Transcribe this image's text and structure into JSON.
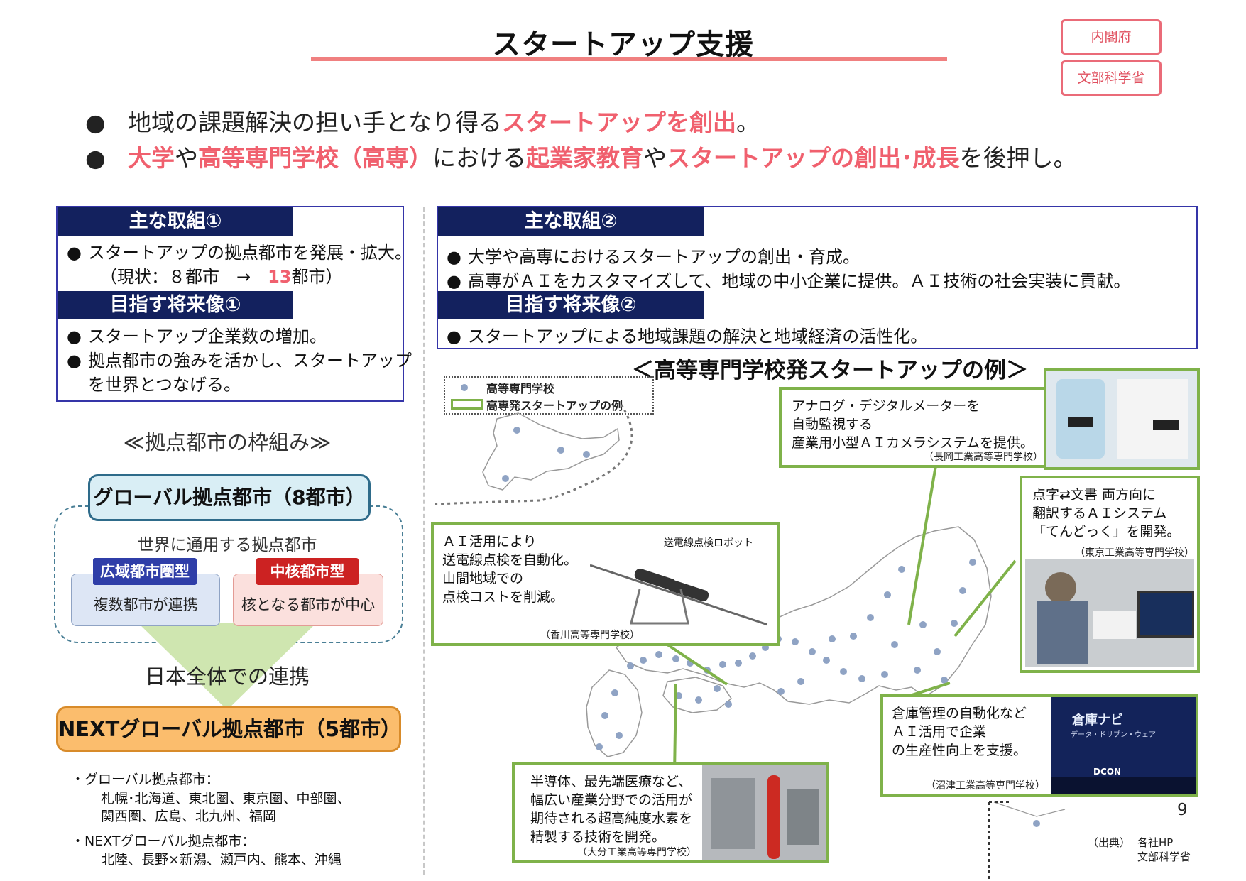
{
  "header": {
    "title": "スタートアップ支援",
    "ministries": [
      "内閣府",
      "文部科学省"
    ]
  },
  "bullets": [
    [
      {
        "t": "地域の課題解決の担い手となり得る",
        "h": false
      },
      {
        "t": "スタートアップを創出",
        "h": true
      },
      {
        "t": "。",
        "h": false
      }
    ],
    [
      {
        "t": "大学",
        "h": true
      },
      {
        "t": "や",
        "h": false
      },
      {
        "t": "高等専門学校（高専）",
        "h": true
      },
      {
        "t": "における",
        "h": false
      },
      {
        "t": "起業家教育",
        "h": true
      },
      {
        "t": "や",
        "h": false
      },
      {
        "t": "スタートアップの創出･成長",
        "h": true
      },
      {
        "t": "を後押し。",
        "h": false
      }
    ]
  ],
  "bullet_symbol": "●",
  "panel1": {
    "head1": "主な取組①",
    "item1": "スタートアップの拠点都市を発展・拡大。",
    "status_prefix": "（現状：８都市　→　",
    "status_value": "13",
    "status_suffix": "都市）",
    "head2": "目指す将来像①",
    "goal1": "スタートアップ企業数の増加。",
    "goal2_line1": "拠点都市の強みを活かし、スタートアップ",
    "goal2_line2": "を世界とつなげる。"
  },
  "panel2": {
    "head1": "主な取組②",
    "item1": "大学や高専におけるスタートアップの創出・育成。",
    "item2": "高専がＡＩをカスタマイズして、地域の中小企業に提供。ＡＩ技術の社会実装に貢献。",
    "head2": "目指す将来像②",
    "goal1": "スタートアップによる地域課題の解決と地域経済の活性化。"
  },
  "framework": {
    "title": "≪拠点都市の枠組み≫",
    "global": "グローバル拠点都市（8都市）",
    "world": "世界に通用する拠点都市",
    "type_a_tag": "広域都市圏型",
    "type_a_desc": "複数都市が連携",
    "type_b_tag": "中核都市型",
    "type_b_desc": "核となる都市が中心",
    "nationwide": "日本全体での連携",
    "next": "NEXTグローバル拠点都市（5都市）",
    "note1_head": "・グローバル拠点都市：",
    "note1_line1": "札幌･北海道、東北圏、東京圏、中部圏、",
    "note1_line2": "関西圏、広島、北九州、福岡",
    "note2_head": "・NEXTグローバル拠点都市：",
    "note2_line1": "北陸、長野×新潟、瀬戸内、熊本、沖縄"
  },
  "map_section": {
    "title": "＜高等専門学校発スタートアップの例＞",
    "legend_kosen": "高等専門学校",
    "legend_example": "高専発スタートアップの例"
  },
  "examples": {
    "nagaoka": {
      "text": "アナログ・デジタルメーターを\n自動監視する\n産業用小型ＡＩカメラシステムを提供。",
      "source": "（長岡工業高等専門学校）"
    },
    "tokyo": {
      "text": "点字⇄文書 両方向に\n翻訳するＡＩシステム\n「てんどっく」を開発。",
      "source": "（東京工業高等専門学校）"
    },
    "kagawa": {
      "text": "ＡＩ活用により\n送電線点検を自動化。\n山間地域での\n点検コストを削減。",
      "source": "（香川高等専門学校）",
      "photo_label": "送電線点検ロボット"
    },
    "numazu": {
      "text": "倉庫管理の自動化など\nＡＩ活用で企業\nの生産性向上を支援。",
      "source": "（沼津工業高等専門学校）",
      "screen_text": "倉庫ナビ",
      "screen_sub": "データ・ドリブン・ウェア",
      "brand": "DCON"
    },
    "oita": {
      "text": "半導体、最先端医療など、\n幅広い産業分野での活用が\n期待される超高純度水素を\n精製する技術を開発。",
      "source": "（大分工業高等専門学校）"
    }
  },
  "footer": {
    "page_number": "9",
    "source_label": "（出典）",
    "source_line1": "各社HP",
    "source_line2": "文部科学省"
  },
  "colors": {
    "accent_red": "#f0606e",
    "navy": "#13215e",
    "panel_border": "#3535a8",
    "example_green": "#7fb24a",
    "kosen_dot": "#8fa3c4"
  }
}
